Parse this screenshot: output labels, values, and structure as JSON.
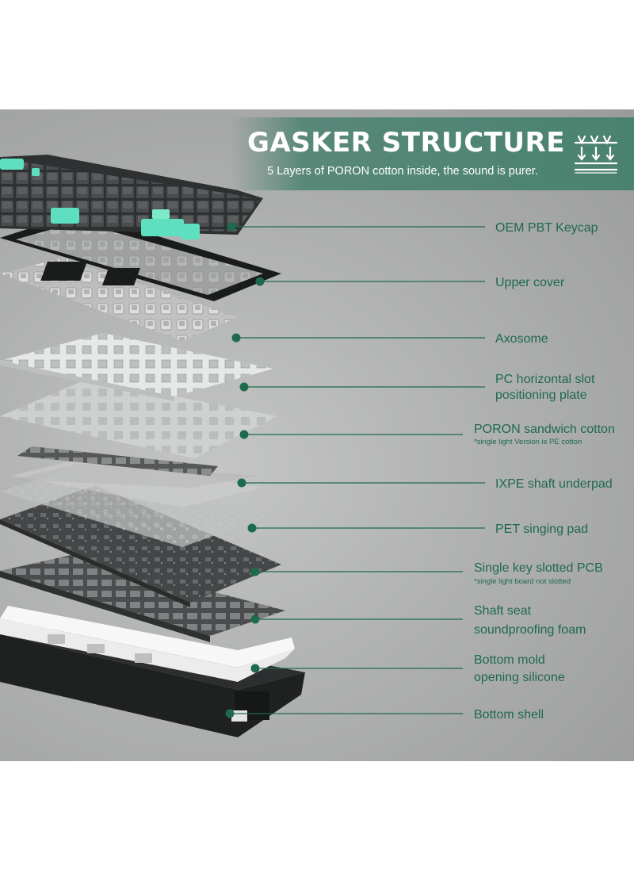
{
  "header": {
    "title": "GASKER STRUCTURE",
    "subtitle": "5 Layers of PORON cotton inside, the sound is purer.",
    "icon": "gasket-layers-icon"
  },
  "colors": {
    "accent_green": "#1e6a4c",
    "banner_green": "#4a8270",
    "mint_keycap": "#5ee0c0",
    "background_gray": "#b0b1b1"
  },
  "layers": [
    {
      "label": "OEM PBT Keycap"
    },
    {
      "label": "Upper cover"
    },
    {
      "label": "Axosome"
    },
    {
      "label_line1": "PC horizontal slot",
      "label_line2": "positioning plate"
    },
    {
      "label": "PORON sandwich cotton",
      "note": "*single light Version is PE cotton"
    },
    {
      "label": "IXPE shaft underpad"
    },
    {
      "label": "PET singing pad"
    },
    {
      "label": "Single key slotted PCB",
      "note": "*single light board not slotted"
    },
    {
      "label_line1": "Shaft seat",
      "label_line2": "soundproofing foam"
    },
    {
      "label_line1": "Bottom mold",
      "label_line2": "opening silicone"
    },
    {
      "label": "Bottom shell"
    }
  ]
}
